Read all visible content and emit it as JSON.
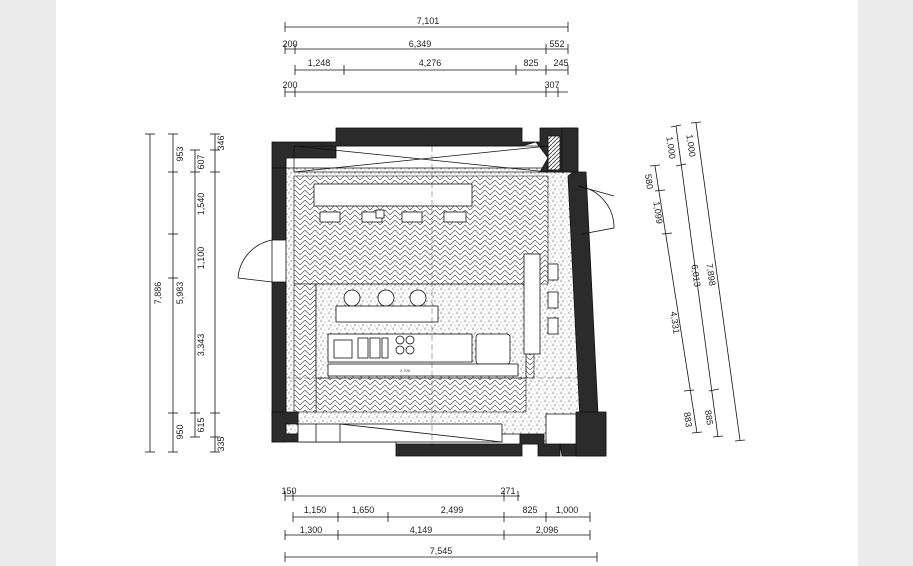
{
  "top_dimensions": {
    "overall": "7,101",
    "row2": [
      "200",
      "6,349",
      "552"
    ],
    "row3": [
      "1,248",
      "4,276",
      "825",
      "245"
    ],
    "row4": [
      "200",
      "307"
    ]
  },
  "bottom_dimensions": {
    "row1": [
      "150",
      "271"
    ],
    "row2": [
      "1,150",
      "1,650",
      "2,499",
      "825",
      "1,000"
    ],
    "row3": [
      "1,300",
      "4,149",
      "2,096"
    ],
    "overall": "7,545"
  },
  "left_dimensions": {
    "outer": "7,886",
    "middle_total": "5,983",
    "middle": [
      "953",
      "1,540",
      "1,100",
      "3,343",
      "950"
    ],
    "inner": [
      "346",
      "607",
      "615",
      "335"
    ]
  },
  "right_dimensions": {
    "outer": "7,898",
    "inner_a": [
      "1,000",
      "580",
      "1,099",
      "4,331",
      "883"
    ],
    "inner_b": [
      "1,000",
      "6,013",
      "885"
    ]
  },
  "plan_labels": {
    "counter_dim": "2,700"
  },
  "colors": {
    "wall": "#2b2b2b",
    "paper": "#ffffff",
    "sidebar": "#ececec",
    "line": "#111111"
  }
}
